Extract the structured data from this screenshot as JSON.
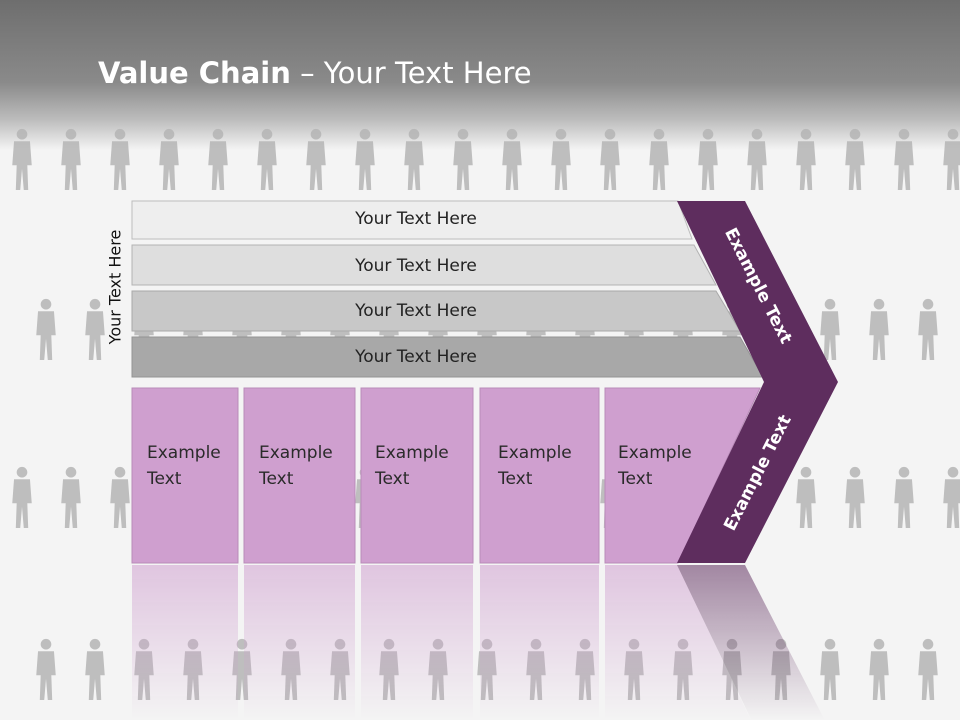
{
  "slide": {
    "title_bold": "Value Chain",
    "title_rest": " – Your Text Here",
    "side_label": "Your Text Here"
  },
  "bars": [
    {
      "label": "Your Text Here",
      "color": "#eeeeee"
    },
    {
      "label": "Your Text Here",
      "color": "#dedede"
    },
    {
      "label": "Your Text Here",
      "color": "#c8c8c8"
    },
    {
      "label": "Your Text Here",
      "color": "#a8a8a8"
    }
  ],
  "boxes": [
    {
      "label_line1": "Example",
      "label_line2": "Text"
    },
    {
      "label_line1": "Example",
      "label_line2": "Text"
    },
    {
      "label_line1": "Example",
      "label_line2": "Text"
    },
    {
      "label_line1": "Example",
      "label_line2": "Text"
    },
    {
      "label_line1": "Example",
      "label_line2": "Text"
    }
  ],
  "chevron": {
    "top_label": "Example Text",
    "bottom_label": "Example Text",
    "color": "#5e2d5e"
  },
  "colors": {
    "box_fill": "#cf9fcf",
    "box_border": "#b98bb9",
    "silhouette": "#b5b5b5"
  }
}
